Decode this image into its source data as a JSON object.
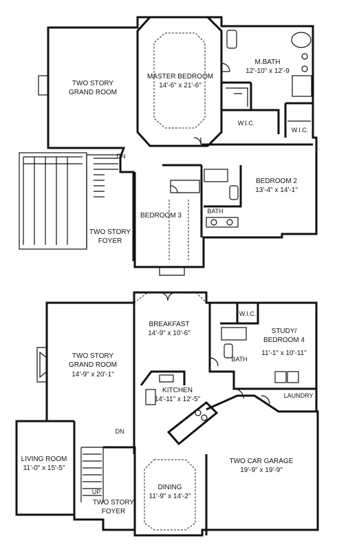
{
  "upper_floor": {
    "grand_room": {
      "line1": "TWO STORY",
      "line2": "GRAND ROOM"
    },
    "master_bedroom": {
      "name": "MASTER BEDROOM",
      "size": "14'-6\" x 21'-6\""
    },
    "master_bath": {
      "name": "M.BATH",
      "size": "12'-10\" x 12'-9"
    },
    "wic_left": "W.I.C.",
    "wic_right": "W.I.C.",
    "stair_dn": "DN",
    "bedroom2": {
      "name": "BEDROOM 2",
      "size": "13'-4\" x 14'-1\""
    },
    "bedroom3": {
      "name": "BEDROOM 3"
    },
    "bath": "BATH",
    "foyer": {
      "line1": "TWO STORY",
      "line2": "FOYER"
    }
  },
  "lower_floor": {
    "breakfast": {
      "name": "BREAKFAST",
      "size": "14'-9\" x 10'-6\""
    },
    "wic": "W.I.C.",
    "study": {
      "line1": "STUDY/",
      "line2": "BEDROOM 4",
      "size": "11'-1\" x 10'-11\""
    },
    "bath": "BATH",
    "grand_room": {
      "line1": "TWO STORY",
      "line2": "GRAND ROOM",
      "size": "14'-9\" x 20'-1\""
    },
    "kitchen": {
      "name": "KITCHEN",
      "size": "14'-11\" x 12'-5\""
    },
    "laundry": "LAUNDRY",
    "stair_dn": "DN",
    "living_room": {
      "name": "LIVING ROOM",
      "size": "11'-0\" x 15'-5\""
    },
    "garage": {
      "name": "TWO CAR GARAGE",
      "size": "19'-9\" x 19'-9\""
    },
    "dining": {
      "name": "DINING",
      "size": "11'-9\" x 14'-2\""
    },
    "stair_up": "UP",
    "foyer": {
      "line1": "TWO STORY",
      "line2": "FOYER"
    }
  }
}
